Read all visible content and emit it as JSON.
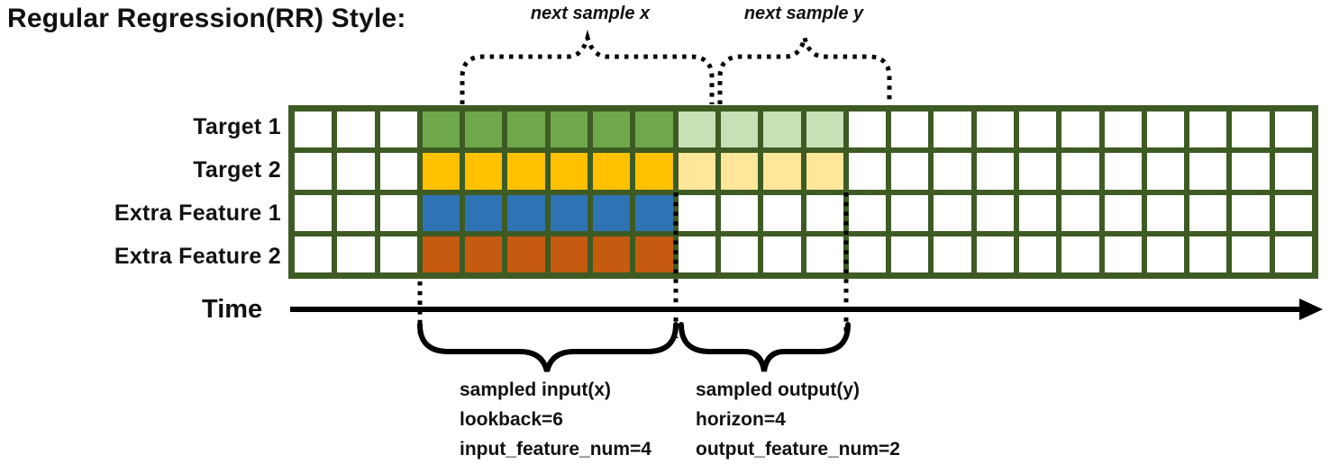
{
  "title": "Regular Regression(RR) Style:",
  "annotations": {
    "next_sample_x": "next sample x",
    "next_sample_y": "next sample y",
    "input": {
      "lines": [
        "sampled input(x)",
        "lookback=6",
        "input_feature_num=4"
      ]
    },
    "output": {
      "lines": [
        "sampled output(y)",
        "horizon=4",
        "output_feature_num=2"
      ]
    }
  },
  "time_axis": {
    "label": "Time"
  },
  "grid": {
    "num_columns": 24,
    "num_rows": 4,
    "input_start_col": 3,
    "lookback": 6,
    "horizon": 4
  },
  "rows": [
    {
      "label": "Target 1",
      "is_target": true,
      "input_color": "#6FA84B",
      "output_color": "#C8E0B6"
    },
    {
      "label": "Target 2",
      "is_target": true,
      "input_color": "#FFC000",
      "output_color": "#FFE699"
    },
    {
      "label": "Extra Feature 1",
      "is_target": false,
      "input_color": "#2E74B5",
      "output_color": ""
    },
    {
      "label": "Extra Feature 2",
      "is_target": false,
      "input_color": "#C55A11",
      "output_color": ""
    }
  ],
  "colors": {
    "grid_line": "#3E5B24",
    "cell_empty": "#FFFFFF",
    "annotation": "#000000"
  }
}
